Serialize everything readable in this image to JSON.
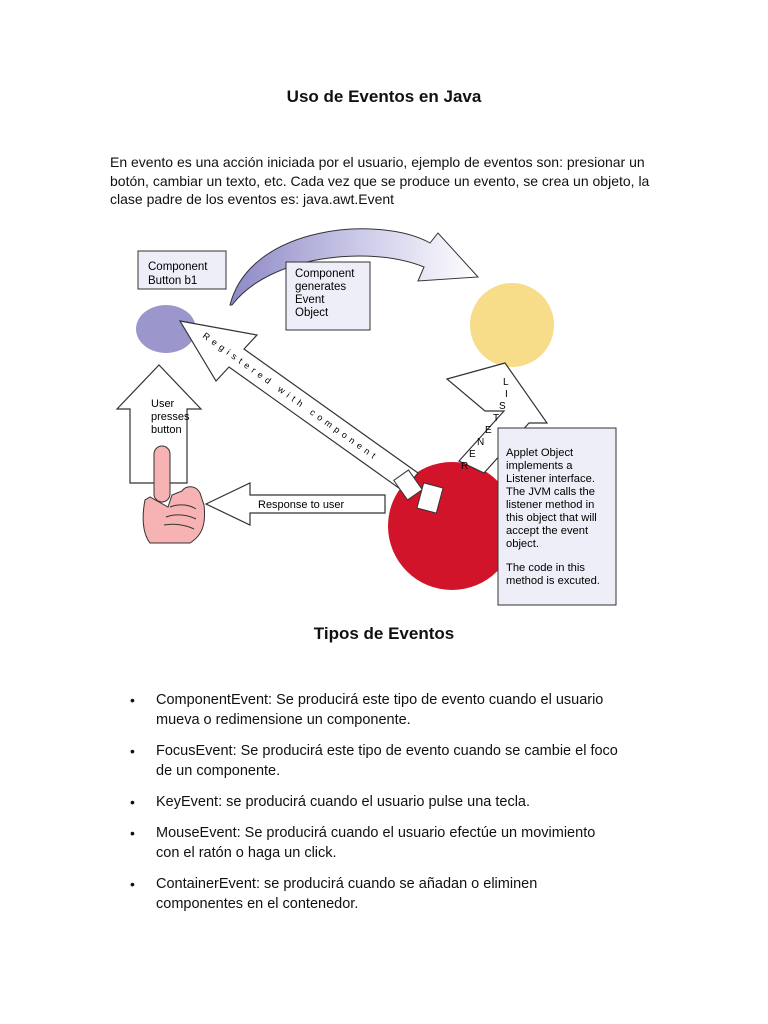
{
  "document": {
    "title": "Uso de Eventos en Java",
    "intro_lines": [
      "En evento es una acción iniciada por el usuario, ejemplo de eventos son: presionar un",
      "botón, cambiar un texto, etc. Cada vez que se produce un evento, se crea un objeto, la",
      "clase padre de los eventos es: java.awt.Event"
    ],
    "subtitle": "Tipos de Eventos",
    "bullet_marker": "•",
    "bullets": [
      {
        "lines": [
          "ComponentEvent:  Se producirá este tipo de evento cuando el usuario",
          "mueva o redimensione un componente."
        ]
      },
      {
        "lines": [
          "FocusEvent:  Se producirá este tipo de evento cuando se cambie el foco",
          "de un componente."
        ]
      },
      {
        "lines": [
          "KeyEvent:  se producirá cuando el usuario pulse una tecla."
        ]
      },
      {
        "lines": [
          "MouseEvent:  Se producirá cuando el usuario efectúe un movimiento",
          "con el ratón o haga un click."
        ]
      },
      {
        "lines": [
          "ContainerEvent:  se producirá cuando se añadan o eliminen",
          "componentes en el contenedor."
        ]
      }
    ]
  },
  "diagram": {
    "component_box": [
      "Component",
      "Button b1"
    ],
    "generates_box": [
      "Component",
      "generates",
      "Event",
      "Object"
    ],
    "user_presses": [
      "User",
      "presses",
      "button"
    ],
    "response_label": "Response to user",
    "registered_label": "Registered with component",
    "listener_label": "LISTENER",
    "applet_box": [
      "Applet Object",
      "implements a",
      "Listener interface.",
      "The JVM calls the",
      "listener method in",
      "this object that will",
      "accept  the event",
      "object.",
      "",
      "The code in this",
      "method is excuted."
    ],
    "colors": {
      "component_ellipse": "#9b96cc",
      "listener_circle": "#f7dc8a",
      "applet_circle": "#d2142a",
      "curved_arrow": "#a8a5d6",
      "box_fill": "#eeeef8",
      "hand_fill": "#f7b3b3"
    }
  }
}
